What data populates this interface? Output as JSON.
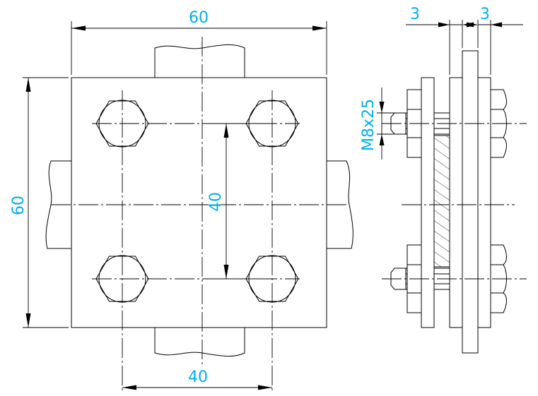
{
  "drawing": {
    "dimension_color": "#00aeef",
    "line_color": "#000000",
    "dimensions": {
      "plate_width": "60",
      "plate_height": "60",
      "bolt_spacing_vertical": "40",
      "bolt_spacing_horizontal": "40",
      "plate_thickness_left": "3",
      "plate_thickness_right": "3",
      "bolt_size": "M8x25"
    }
  }
}
